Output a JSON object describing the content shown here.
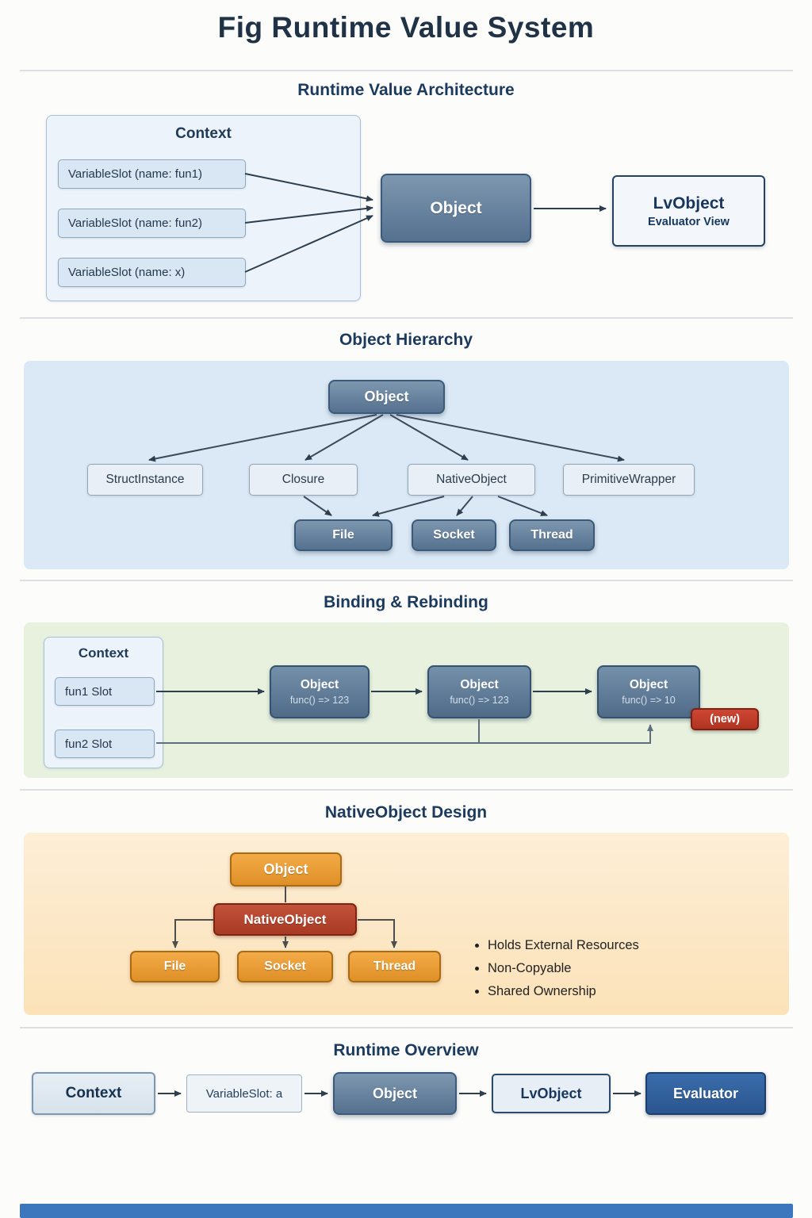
{
  "title": "Fig Runtime Value System",
  "colors": {
    "navy": "#1b3a5e",
    "slate_node": "#54718f",
    "light_blue_panel": "#dbe9f6",
    "green_panel": "#e7f1de",
    "orange_panel": "#fbe2b8",
    "orange_node": "#df8f27",
    "red_node": "#a93a23",
    "badge_red": "#b03422",
    "evaluator_blue": "#2b568f"
  },
  "architecture": {
    "header": "Runtime Value Architecture",
    "context_label": "Context",
    "slot1": "VariableSlot (name: fun1)",
    "slot2": "VariableSlot (name: fun2)",
    "slot3": "VariableSlot (name: x)",
    "object": "Object",
    "lvobject": "LvObject",
    "lvobject_sub": "Evaluator View"
  },
  "hierarchy": {
    "header": "Object Hierarchy",
    "root": "Object",
    "children": [
      "StructInstance",
      "Closure",
      "NativeObject",
      "PrimitiveWrapper"
    ],
    "leaves": [
      "File",
      "Socket",
      "Thread"
    ]
  },
  "binding": {
    "header": "Binding & Rebinding",
    "context_label": "Context",
    "slot1": "fun1 Slot",
    "slot2": "fun2 Slot",
    "obj_title": "Object",
    "obj1_value": "func() => 123",
    "obj2_value": "func() => 123",
    "obj3_value": "func() => 10",
    "new_badge": "(new)"
  },
  "native": {
    "header": "NativeObject Design",
    "root": "Object",
    "mid": "NativeObject",
    "leaves": [
      "File",
      "Socket",
      "Thread"
    ],
    "bullets": [
      "Holds External Resources",
      "Non-Copyable",
      "Shared Ownership"
    ]
  },
  "overview": {
    "header": "Runtime Overview",
    "nodes": [
      "Context",
      "VariableSlot: a",
      "Object",
      "LvObject",
      "Evaluator"
    ]
  }
}
